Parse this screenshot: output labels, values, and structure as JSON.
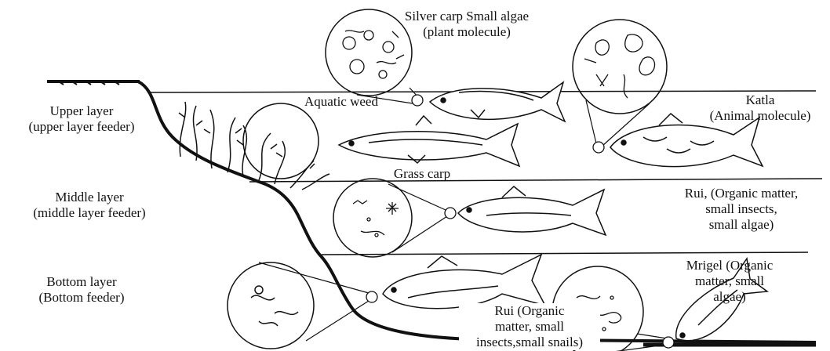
{
  "layers": {
    "upper": {
      "title": "Upper layer",
      "subtitle": "(upper layer feeder)"
    },
    "middle": {
      "title": "Middle layer",
      "subtitle": "(middle layer feeder)"
    },
    "bottom": {
      "title": "Bottom layer",
      "subtitle": "(Bottom feeder)"
    }
  },
  "labels": {
    "silver_carp_line1": "Silver carp Small algae",
    "silver_carp_line2": "(plant molecule)",
    "aquatic_weed": "Aquatic weed",
    "katla_line1": "Katla",
    "katla_line2": "(Animal molecule)",
    "grass_carp": "Grass carp",
    "rui_middle_line1": "Rui, (Organic matter,",
    "rui_middle_line2": "small insects,",
    "rui_middle_line3": "small algae)",
    "mrigel_line1": "Mrigel (Organic",
    "mrigel_line2": "matter, small",
    "mrigel_line3": "algae)",
    "rui_bottom_line1": "Rui (Organic",
    "rui_bottom_line2": "matter, small",
    "rui_bottom_line3": "insects,small snails)"
  },
  "colors": {
    "ink": "#111111",
    "background": "#ffffff"
  }
}
